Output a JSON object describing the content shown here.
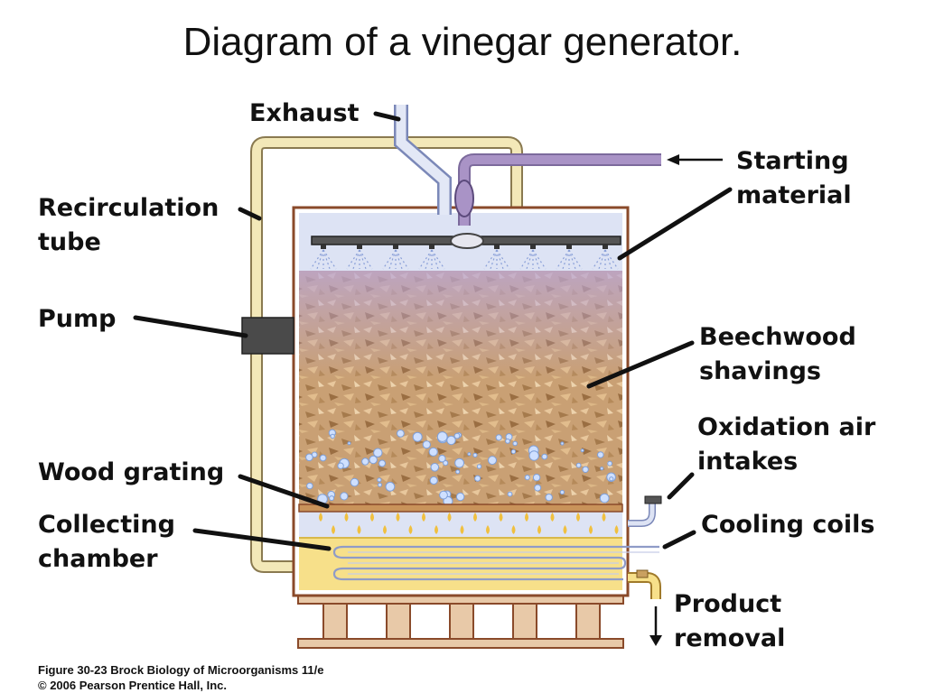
{
  "title": "Diagram of a vinegar generator.",
  "labels": {
    "exhaust": "Exhaust",
    "starting_material": [
      "Starting",
      "material"
    ],
    "recirculation_tube": [
      "Recirculation",
      "tube"
    ],
    "pump": "Pump",
    "beechwood_shavings": [
      "Beechwood",
      "shavings"
    ],
    "oxidation_air_intakes": [
      "Oxidation air",
      "intakes"
    ],
    "wood_grating": "Wood grating",
    "collecting_chamber": [
      "Collecting",
      "chamber"
    ],
    "cooling_coils": "Cooling coils",
    "product_removal": [
      "Product",
      "removal"
    ]
  },
  "caption": {
    "line1": "Figure 30-23  Brock Biology of Microorganisms 11/e",
    "line2": "© 2006 Pearson Prentice Hall, Inc."
  },
  "colors": {
    "tank_outline": "#8a4a2a",
    "shavings": "#c9a074",
    "headspace": "#dde3f4",
    "pipe_purple": "#a993c6",
    "recirc_tube": "#f3e8b8",
    "liquid": "#f7e08a",
    "pump": "#4a4a4a",
    "stand": "#e8c9a8"
  }
}
